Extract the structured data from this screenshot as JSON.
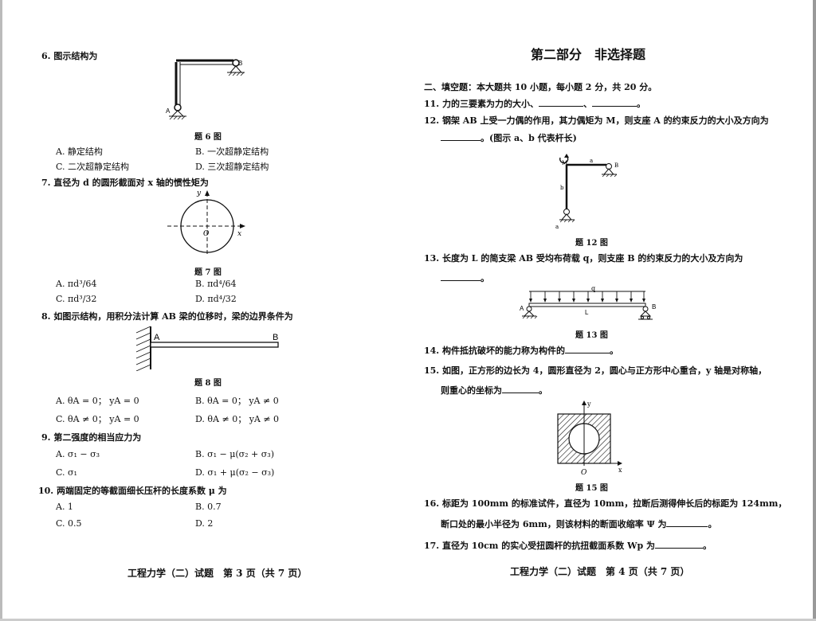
{
  "left": {
    "q6": {
      "stem": "6. 图示结构为",
      "fig_label_a": "A",
      "fig_label_b": "B",
      "caption": "题 6 图",
      "options": [
        "A. 静定结构",
        "B. 一次超静定结构",
        "C. 二次超静定结构",
        "D. 三次超静定结构"
      ]
    },
    "q7": {
      "stem": "7. 直径为 d 的圆形截面对 x 轴的惯性矩为",
      "fig_y": "y",
      "fig_x": "x",
      "fig_o": "O",
      "caption": "题 7 图",
      "options": [
        "A. πd³/64",
        "B. πd⁴/64",
        "C. πd³/32",
        "D. πd⁴/32"
      ]
    },
    "q8": {
      "stem": "8. 如图示结构，用积分法计算 AB 梁的位移时，梁的边界条件为",
      "fig_a": "A",
      "fig_b": "B",
      "caption": "题 8 图",
      "options": [
        "A. θA = 0； yA = 0",
        "B. θA = 0； yA ≠ 0",
        "C. θA ≠ 0； yA = 0",
        "D. θA ≠ 0； yA ≠ 0"
      ]
    },
    "q9": {
      "stem": "9. 第二强度的相当应力为",
      "options": [
        "A. σ₁ − σ₃",
        "B. σ₁ − μ(σ₂ + σ₃)",
        "C. σ₁",
        "D. σ₁ + μ(σ₂ − σ₃)"
      ]
    },
    "q10": {
      "stem": "10. 两端固定的等截面细长压杆的长度系数 μ 为",
      "options": [
        "A. 1",
        "B. 0.7",
        "C. 0.5",
        "D. 2"
      ]
    },
    "footer": "工程力学（二）试题　第 3 页（共 7 页）"
  },
  "right": {
    "part_title": "第二部分　非选择题",
    "section": "二、填空题：本大题共 10 小题，每小题 2 分，共 20 分。",
    "q11": {
      "text": "11. 力的三要素为力的大小、",
      "sep": "、",
      "end": "。"
    },
    "q12": {
      "line1": "12. 钢架 AB 上受一力偶的作用，其力偶矩为 M，则支座 A 的约束反力的大小及方向为",
      "line2": "。(图示 a、b 代表杆长)",
      "fig_m": "M",
      "fig_a": "a",
      "fig_b": "b",
      "fig_B": "B",
      "fig_A": "a",
      "caption": "题 12 图"
    },
    "q13": {
      "line1": "13. 长度为 L 的简支梁 AB 受均布荷载 q，则支座 B 的约束反力的大小及方向为",
      "line2": "。",
      "fig_q": "q",
      "fig_a": "A",
      "fig_b": "B",
      "fig_l": "L",
      "caption": "题 13 图"
    },
    "q14": {
      "text": "14. 构件抵抗破坏的能力称为构件的",
      "end": "。"
    },
    "q15": {
      "line1": "15. 如图，正方形的边长为 4，圆形直径为 2，圆心与正方形中心重合，y 轴是对称轴，",
      "line2": "则重心的坐标为",
      "end": "。",
      "fig_y": "y",
      "fig_x": "x",
      "fig_o": "O",
      "caption": "题 15 图"
    },
    "q16": {
      "line1": "16. 标距为 100mm 的标准试件，直径为 10mm，拉断后测得伸长后的标距为 124mm，",
      "line2": "断口处的最小半径为 6mm，则该材料的断面收缩率 Ψ 为",
      "end": "。"
    },
    "q17": {
      "text": "17. 直径为 10cm 的实心受扭圆杆的抗扭截面系数 Wp 为",
      "end": "。"
    },
    "footer": "工程力学（二）试题　第 4 页（共 7 页）"
  }
}
